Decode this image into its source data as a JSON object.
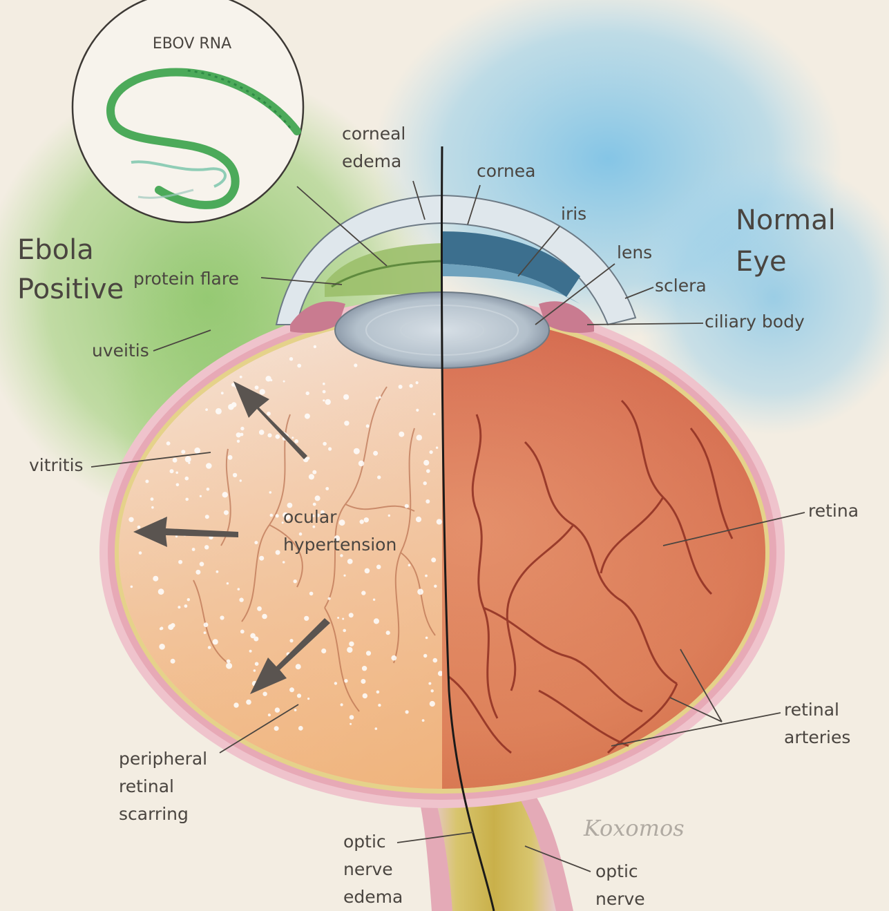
{
  "inset": {
    "title": "EBOV RNA"
  },
  "sections": {
    "left_title_line1": "Ebola",
    "left_title_line2": "Positive",
    "right_title_line1": "Normal",
    "right_title_line2": "Eye"
  },
  "labels": {
    "corneal_edema_1": "corneal",
    "corneal_edema_2": "edema",
    "cornea": "cornea",
    "iris": "iris",
    "lens": "lens",
    "sclera": "sclera",
    "ciliary_body": "ciliary body",
    "protein_flare": "protein flare",
    "uveitis": "uveitis",
    "vitritis": "vitritis",
    "ocular_hypertension_1": "ocular",
    "ocular_hypertension_2": "hypertension",
    "retina": "retina",
    "retinal_arteries_1": "retinal",
    "retinal_arteries_2": "arteries",
    "peripheral_1": "peripheral",
    "peripheral_2": "retinal",
    "peripheral_3": "scarring",
    "optic_nerve_edema_1": "optic",
    "optic_nerve_edema_2": "nerve",
    "optic_nerve_edema_3": "edema",
    "optic_nerve_1": "optic",
    "optic_nerve_2": "nerve"
  },
  "signature": "Koxomos",
  "colors": {
    "background": "#f3ede2",
    "ebola_wash": "#8cc46a",
    "normal_wash": "#7fc3e6",
    "retina_normal": "#d9745a",
    "retina_ebola": "#f0c7ad",
    "sclera_pink": "#e7a9b6",
    "optic_nerve": "#dccb6a",
    "rna": "#4caa5a",
    "ink": "#4a4540"
  }
}
